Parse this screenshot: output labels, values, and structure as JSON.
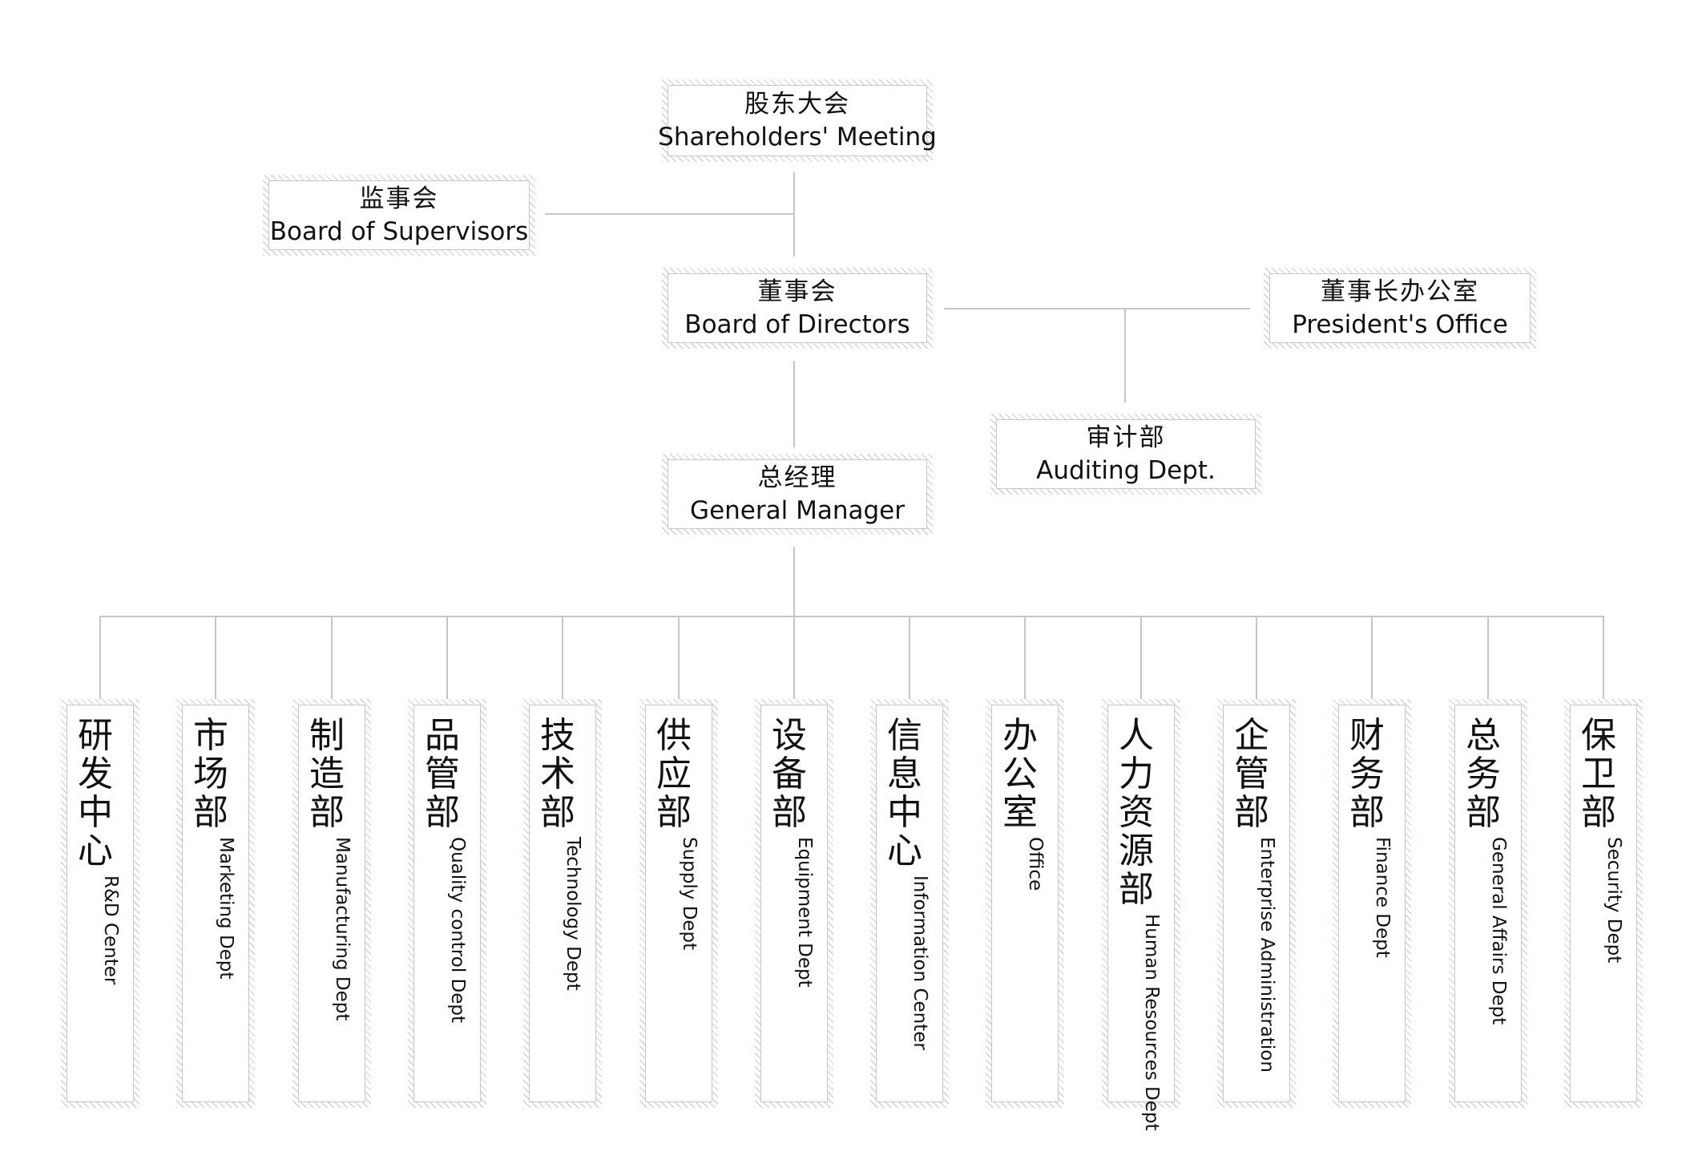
{
  "nodes": {
    "shareholders": {
      "zh": "股东大会",
      "en": "Shareholders' Meeting"
    },
    "supervisors": {
      "zh": "监事会",
      "en": "Board of Supervisors"
    },
    "directors": {
      "zh": "董事会",
      "en": "Board of Directors"
    },
    "president_office": {
      "zh": "董事长办公室",
      "en": "President's Office"
    },
    "auditing": {
      "zh": "审计部",
      "en": "Auditing Dept."
    },
    "general_manager": {
      "zh": "总经理",
      "en": "General Manager"
    }
  },
  "departments": [
    {
      "zh": "研发中心",
      "en": "R&D Center"
    },
    {
      "zh": "市场部",
      "en": "Marketing Dept"
    },
    {
      "zh": "制造部",
      "en": "Manufacturing Dept"
    },
    {
      "zh": "品管部",
      "en": "Quality control Dept"
    },
    {
      "zh": "技术部",
      "en": "Technology Dept"
    },
    {
      "zh": "供应部",
      "en": "Supply Dept"
    },
    {
      "zh": "设备部",
      "en": "Equipment Dept"
    },
    {
      "zh": "信息中心",
      "en": "Information Center"
    },
    {
      "zh": "办公室",
      "en": "Office"
    },
    {
      "zh": "人力资源部",
      "en": "Human Resources Dept"
    },
    {
      "zh": "企管部",
      "en": "Enterprise Administration"
    },
    {
      "zh": "财务部",
      "en": "Finance Dept"
    },
    {
      "zh": "总务部",
      "en": "General Affairs Dept"
    },
    {
      "zh": "保卫部",
      "en": "Security Dept"
    }
  ]
}
